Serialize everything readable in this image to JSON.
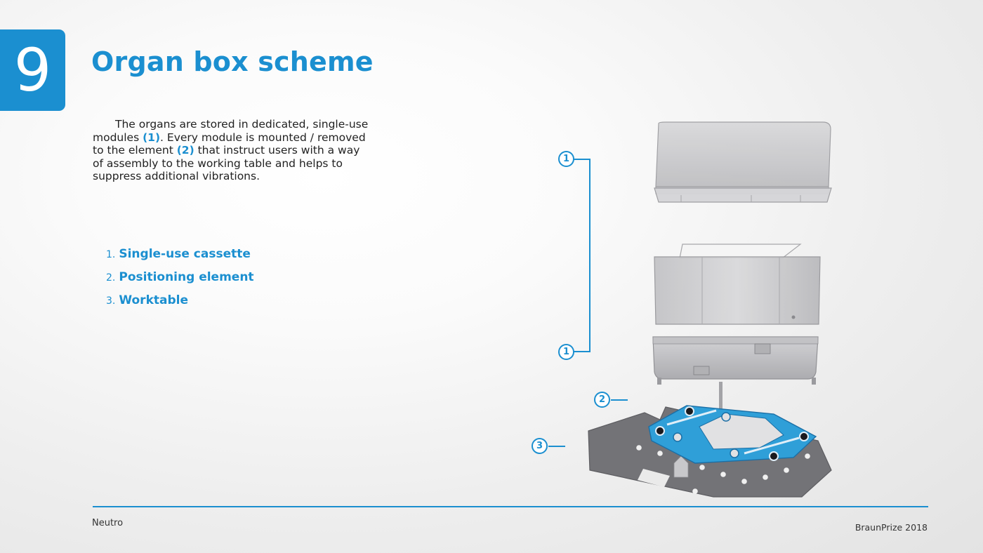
{
  "slide": {
    "number": "9",
    "title": "Organ box scheme",
    "description": {
      "part1": "The organs are stored in dedicated, single-use modules ",
      "ref1": "(1)",
      "part2": ". Every module is mounted / removed to the element ",
      "ref2": "(2)",
      "part3": " that instruct users with a way of assembly to the working table and helps to  suppress additional vibrations."
    },
    "legend": [
      {
        "num": "1.",
        "label": "Single-use cassette"
      },
      {
        "num": "2.",
        "label": "Positioning element"
      },
      {
        "num": "3.",
        "label": "Worktable"
      }
    ]
  },
  "diagram": {
    "callouts": [
      "1",
      "1",
      "2",
      "3"
    ]
  },
  "footer": {
    "left": "Neutro",
    "right": "BraunPrize 2018"
  },
  "colors": {
    "accent": "#1b8fd0",
    "text": "#222222",
    "positioning_element": "#2f9fd8",
    "worktable": "#6e6e72"
  }
}
